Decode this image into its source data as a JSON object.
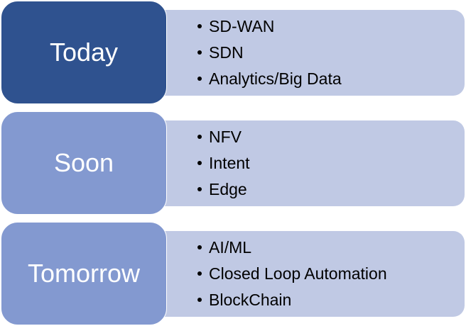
{
  "colors": {
    "stage_dark": "#2F528F",
    "stage_light": "#8399D0",
    "panel": "#C0C9E4",
    "label_text": "#FFFFFF",
    "item_text": "#000000"
  },
  "stages": [
    {
      "label": "Today",
      "items": [
        "SD-WAN",
        "SDN",
        "Analytics/Big Data"
      ]
    },
    {
      "label": "Soon",
      "items": [
        "NFV",
        "Intent",
        "Edge"
      ]
    },
    {
      "label": "Tomorrow",
      "items": [
        "AI/ML",
        "Closed Loop Automation",
        "BlockChain"
      ]
    }
  ]
}
